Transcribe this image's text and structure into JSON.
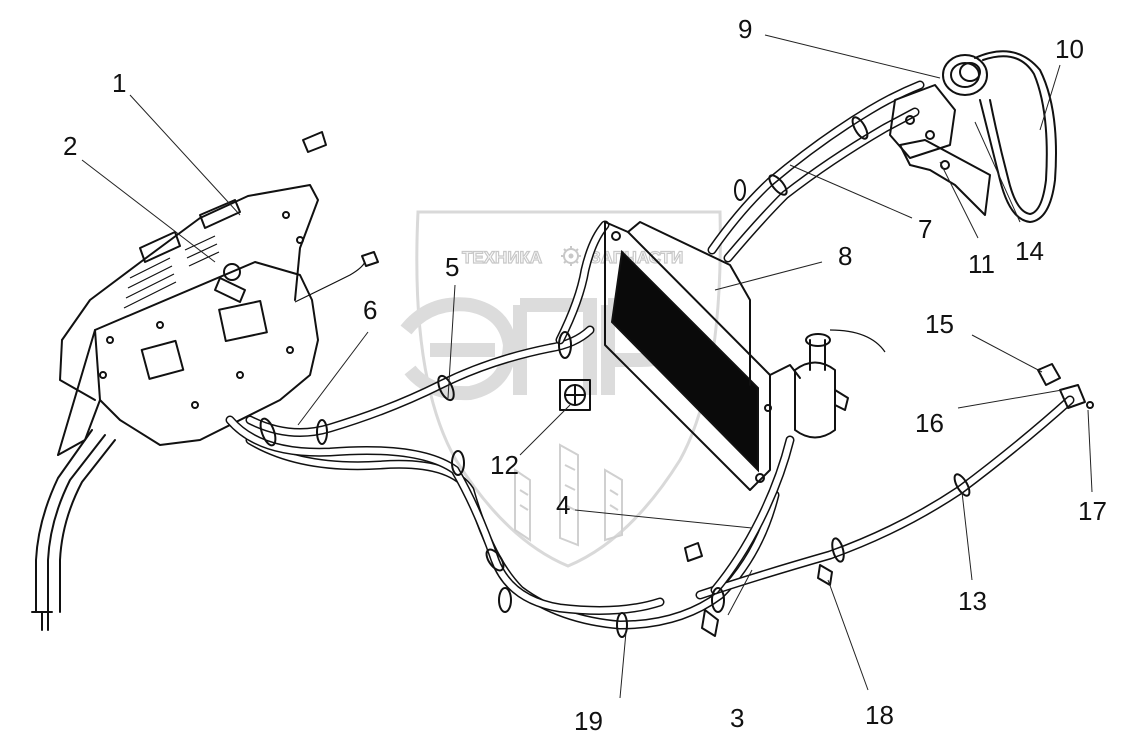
{
  "watermark": {
    "left_text": "ТЕХНИКА",
    "right_text": "ЗАПЧАСТИ",
    "emblem": "gear-icon",
    "logo_letters": "ЭПП"
  },
  "callouts": [
    "1",
    "2",
    "3",
    "4",
    "5",
    "6",
    "7",
    "8",
    "9",
    "10",
    "11",
    "12",
    "13",
    "14",
    "15",
    "16",
    "17",
    "18",
    "19"
  ]
}
